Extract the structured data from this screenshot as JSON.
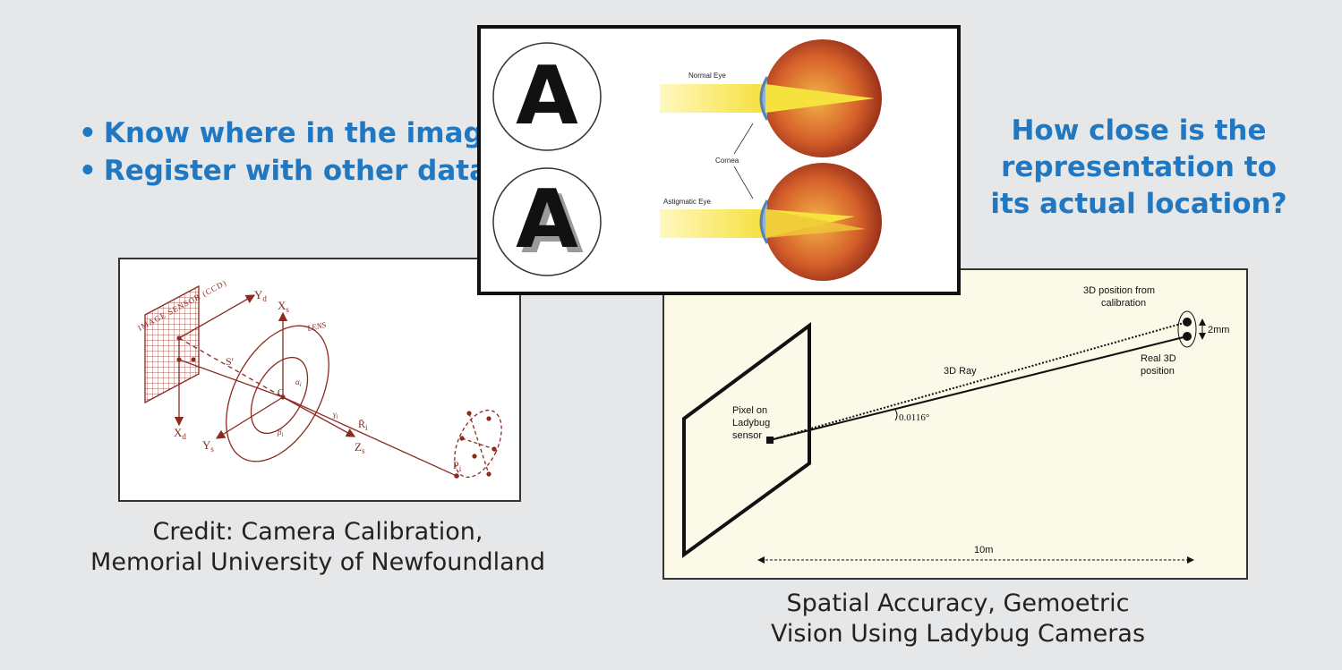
{
  "bullets": [
    {
      "bullet": "•",
      "text": "Know where in the image"
    },
    {
      "bullet": "•",
      "text": "Register with other data"
    }
  ],
  "question": {
    "line1": "How close is the",
    "line2": "representation to",
    "line3": "its actual location?"
  },
  "eye_figure": {
    "letter": "A",
    "normal_label": "Normal Eye",
    "astig_label": "Astigmatic Eye",
    "cornea_label": "Cornea"
  },
  "calibration_figure": {
    "sensor_label": "IMAGE SENSOR (CCD)",
    "lens_label": "LENS",
    "yd": "Y",
    "yd_sub": "d",
    "xs": "X",
    "xs_sub": "s",
    "xd": "X",
    "xd_sub": "d",
    "ys": "Y",
    "ys_sub": "s",
    "zs": "Z",
    "zs_sub": "s",
    "s_prime": "S'",
    "c": "C",
    "alpha": "α",
    "alpha_sub": "i",
    "beta": "β",
    "beta_sub": "i",
    "gamma": "γ",
    "gamma_sub": "i",
    "r": "R̄",
    "r_sub": "i",
    "p": "P",
    "p_sub": "i"
  },
  "captions": {
    "calib_line1": "Credit: Camera Calibration,",
    "calib_line2": "Memorial University of Newfoundland",
    "lady_line1": "Spatial Accuracy, Gemoetric",
    "lady_line2": "Vision Using Ladybug Cameras"
  },
  "ladybug_figure": {
    "pixel_label_1": "Pixel on",
    "pixel_label_2": "Ladybug",
    "pixel_label_3": "sensor",
    "ray_label": "3D Ray",
    "angle_label": "0.0116°",
    "calib_pos_1": "3D position from",
    "calib_pos_2": "calibration",
    "real_pos_1": "Real 3D",
    "real_pos_2": "position",
    "gap_label": "2mm",
    "distance_label": "10m"
  }
}
